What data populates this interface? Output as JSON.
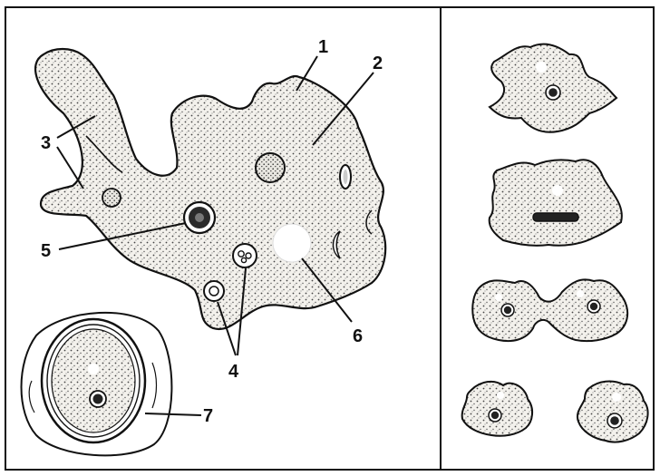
{
  "labels": {
    "l1": "1",
    "l2": "2",
    "l3": "3",
    "l4": "4",
    "l5": "5",
    "l6": "6",
    "l7": "7"
  },
  "colors": {
    "ink": "#111111",
    "cytoplasm": "#f3f1ec",
    "background": "#ffffff"
  }
}
